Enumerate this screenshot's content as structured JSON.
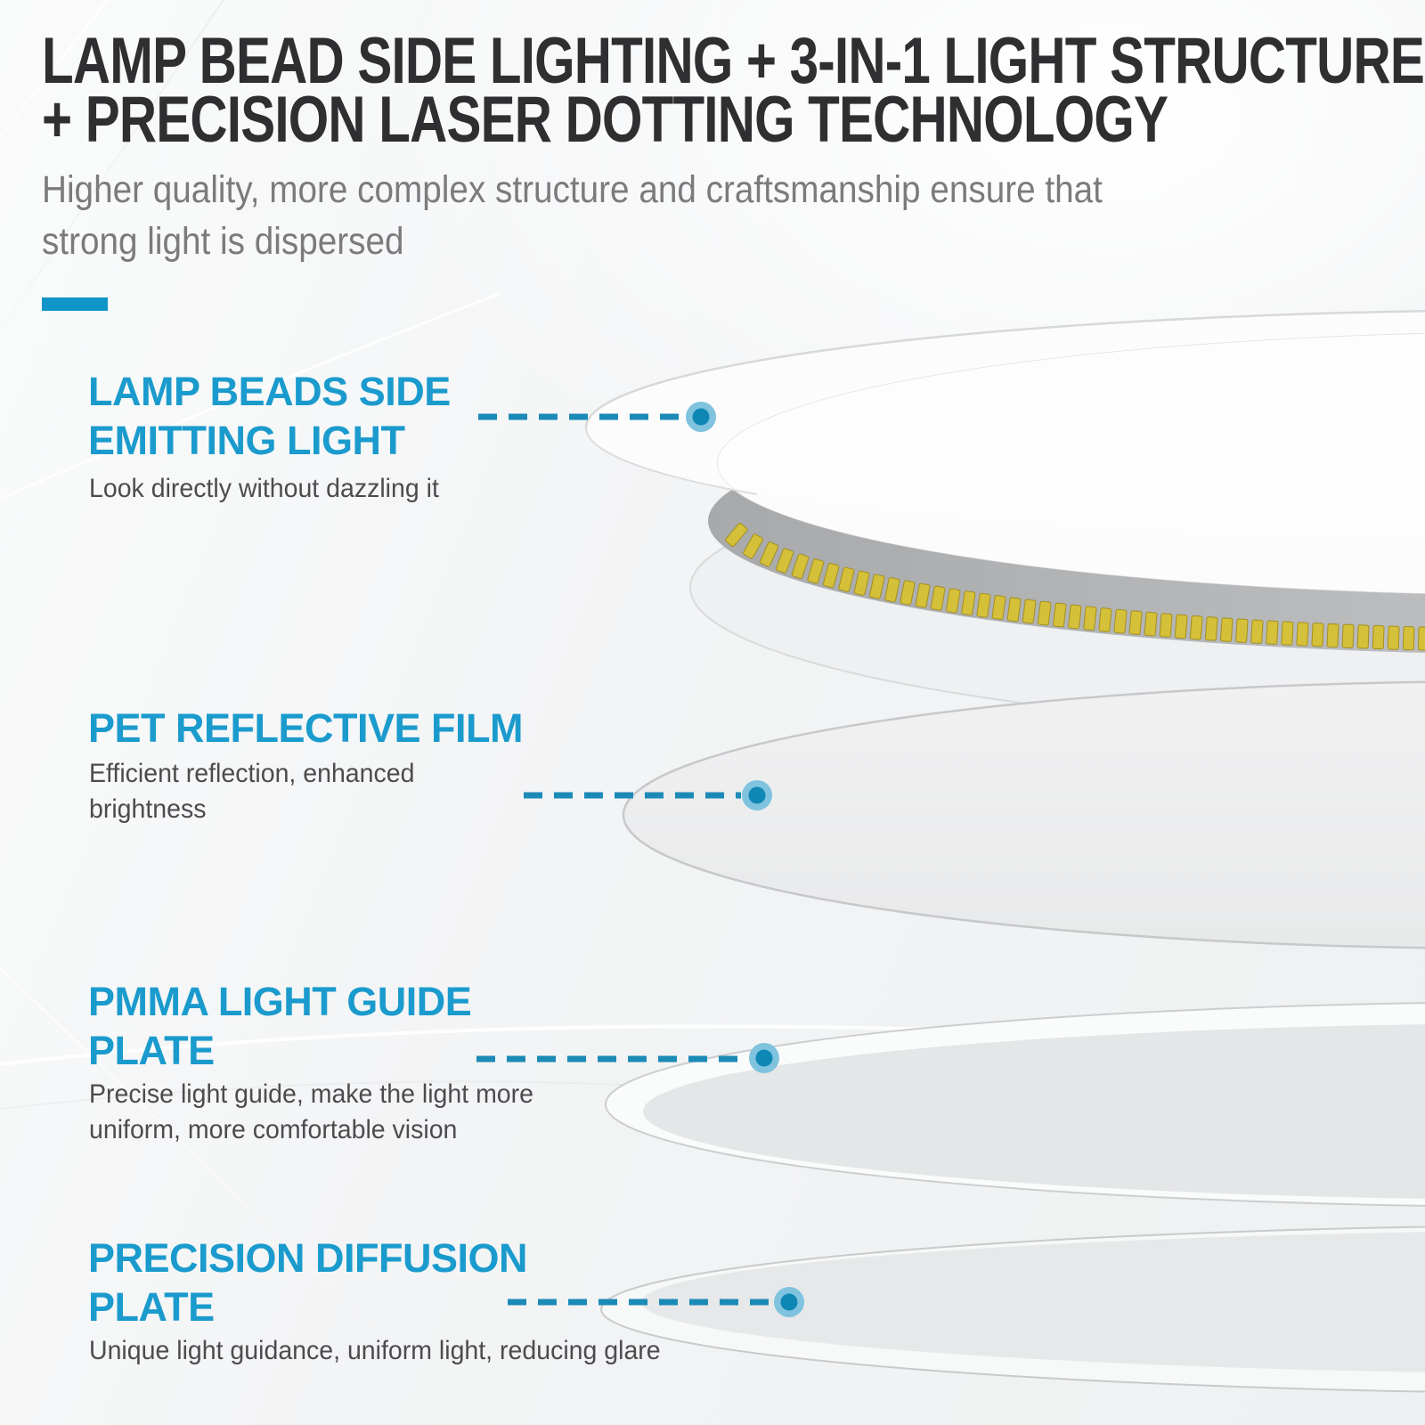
{
  "header": {
    "title_line1": "LAMP BEAD SIDE LIGHTING + 3-IN-1 LIGHT STRUCTURE",
    "title_line2": "+ PRECISION LASER DOTTING TECHNOLOGY",
    "subtitle_line1": "Higher quality, more complex structure and craftsmanship ensure that",
    "subtitle_line2": "strong light is dispersed"
  },
  "callouts": [
    {
      "heading_line1": "LAMP BEADS SIDE",
      "heading_line2": "EMITTING LIGHT",
      "description_line1": "Look directly without dazzling it",
      "description_line2": ""
    },
    {
      "heading_line1": "PET REFLECTIVE FILM",
      "heading_line2": "",
      "description_line1": "Efficient reflection, enhanced",
      "description_line2": "brightness"
    },
    {
      "heading_line1": "PMMA LIGHT GUIDE",
      "heading_line2": "PLATE",
      "description_line1": "Precise light guide, make the light more",
      "description_line2": "uniform, more comfortable vision"
    },
    {
      "heading_line1": "PRECISION DIFFUSION",
      "heading_line2": "PLATE",
      "description_line1": "Unique light guidance, uniform light, reducing glare",
      "description_line2": ""
    }
  ],
  "colors": {
    "heading_blue": "#1b9bcd",
    "accent_bar": "#1095c8",
    "title_text": "#2f2f31",
    "subtitle_text": "#7b7b7d",
    "body_text": "#4c4c4e",
    "leader_line": "#1b8ab6",
    "dot_inner": "#0f87b5",
    "dot_outer": "#7fc3de",
    "led": "#d5c039",
    "led_edge": "#a3901f",
    "frame_white": "#fcfcfd",
    "inner_wall_gray": "#b5b7b9"
  }
}
